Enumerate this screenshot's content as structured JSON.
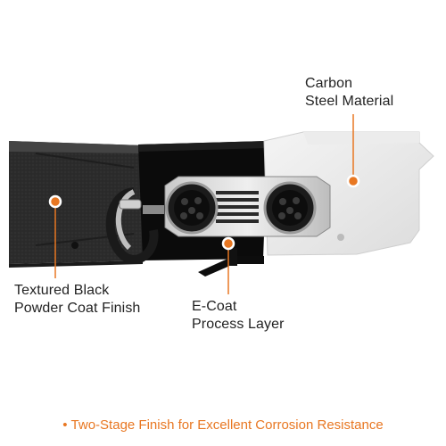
{
  "accent_color": "#e87722",
  "callouts": {
    "carbon_steel": {
      "line1": "Carbon",
      "line2": "Steel Material"
    },
    "textured_black": {
      "line1": "Textured Black",
      "line2": "Powder Coat Finish"
    },
    "e_coat": {
      "line1": "E-Coat",
      "line2": "Process Layer"
    }
  },
  "footer": {
    "bullet": "•",
    "text": "Two-Stage Finish for Excellent Corrosion Resistance"
  }
}
